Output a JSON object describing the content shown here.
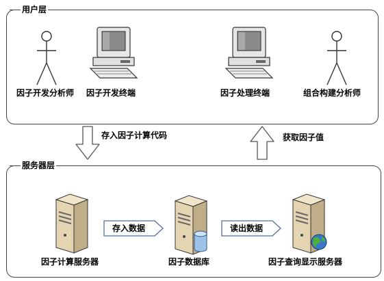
{
  "user_layer": {
    "title": "用户层",
    "nodes": {
      "factor_analyst": "因子开发分析师",
      "factor_dev_terminal": "因子开发终端",
      "factor_proc_terminal": "因子处理终端",
      "portfolio_analyst": "组合构建分析师"
    }
  },
  "flows": {
    "store_code": "存入因子计算代码",
    "get_values": "获取因子值",
    "store_data": "存入数据",
    "read_data": "读出数据"
  },
  "server_layer": {
    "title": "服务器层",
    "nodes": {
      "calc_server": "因子计算服务器",
      "database": "因子数据库",
      "query_server": "因子查询显示服务器"
    }
  }
}
